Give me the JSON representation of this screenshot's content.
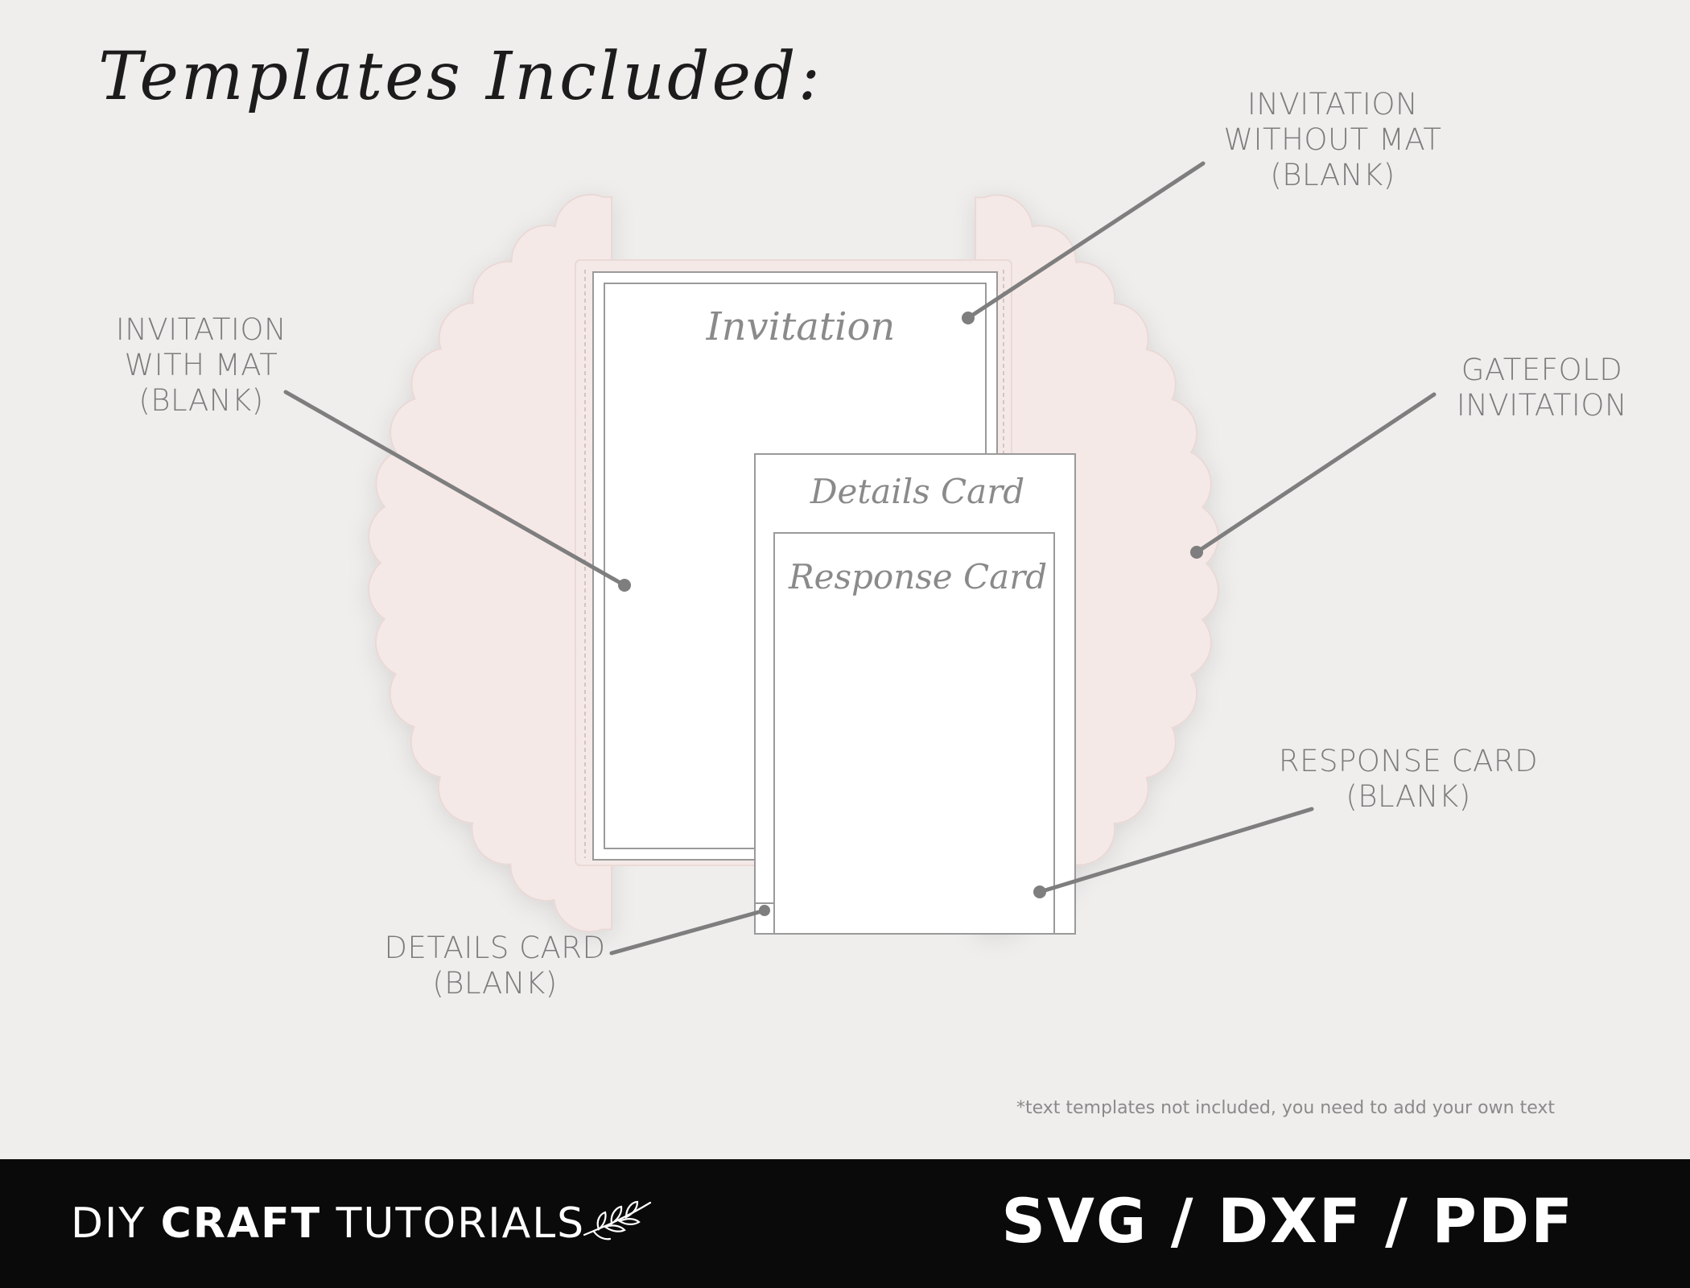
{
  "header": {
    "title": "Templates Included:"
  },
  "cards": {
    "invitation_title": "Invitation",
    "details_title": "Details Card",
    "response_title": "Response Card"
  },
  "callouts": {
    "invitation_with_mat": [
      "INVITATION",
      "WITH MAT",
      "(BLANK)"
    ],
    "invitation_without_mat": [
      "INVITATION",
      "WITHOUT MAT",
      "(BLANK)"
    ],
    "gatefold_invitation": [
      "GATEFOLD",
      "INVITATION"
    ],
    "response_card": [
      "RESPONSE CARD",
      "(BLANK)"
    ],
    "details_card": [
      "DETAILS CARD",
      "(BLANK)"
    ]
  },
  "footnote": "*text templates not included, you need to add your own text",
  "footer": {
    "brand_pre": "DIY ",
    "brand_mid": "CRAFT",
    "brand_post": " TUTORIALS",
    "formats": "SVG / DXF / PDF"
  },
  "colors": {
    "background": "#efeeed",
    "gatefold_fill": "#f5e9e7",
    "card_fill": "#ffffff",
    "leader": "#7e7e7e",
    "footer_bg": "#0a0a0a"
  },
  "icons": {
    "brand_sprig": "sprig-icon"
  }
}
